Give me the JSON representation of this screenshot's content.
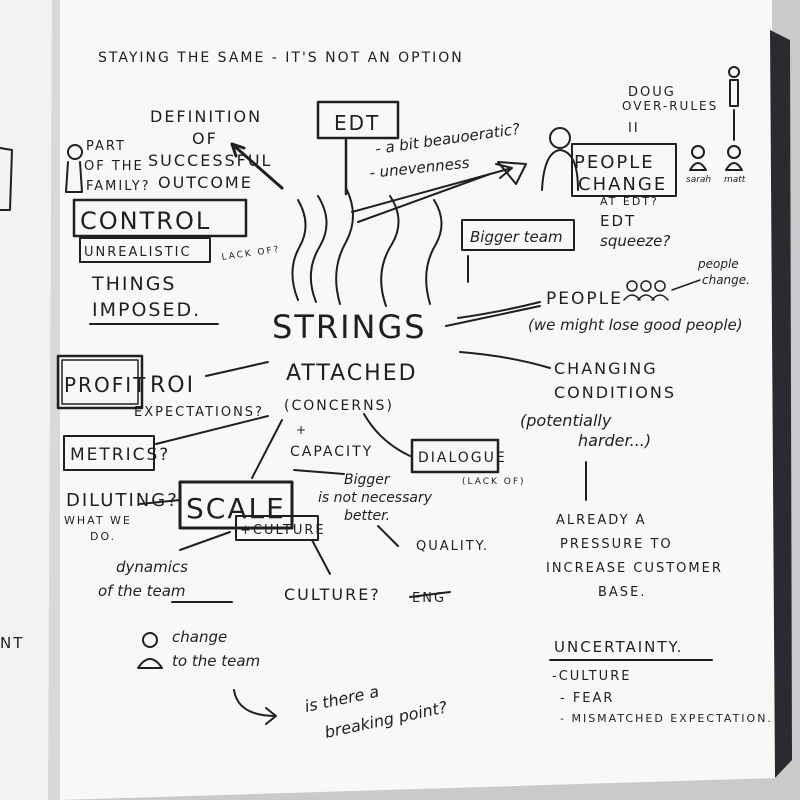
{
  "sketch": {
    "title": "STAYING THE SAME - IT'S NOT AN OPTION",
    "center": {
      "strings": "STRINGS",
      "attached": "ATTACHED",
      "concerns": "(CONCERNS)"
    },
    "top_left": {
      "definition_line1": "DEFINITION",
      "definition_line2": "OF",
      "definition_line3": "SUCCESSFUL",
      "definition_line4": "OUTCOME",
      "part_line1": "PART",
      "part_line2": "OF THE",
      "part_line3": "FAMILY?",
      "control": "CONTROL",
      "unrealistic": "UNREALISTIC",
      "lack_of": "LACK OF?",
      "things": "THINGS",
      "imposed": "IMPOSED."
    },
    "edt_box": {
      "label": "EDT",
      "note1": "a bit beauoeratic?",
      "note2": "- a bit beauoeratic?",
      "note3": "- unevenness"
    },
    "top_right": {
      "doug1": "DOUG",
      "doug2": "OVER-RULES",
      "equals": "II",
      "people_change1": "PEOPLE",
      "people_change2": "CHANGE",
      "at_edt": "AT EDT?",
      "edt_squeeze1": "EDT",
      "edt_squeeze2": "squeeze?",
      "person_sarah": "sarah",
      "person_matt": "matt"
    },
    "middle_right": {
      "bigger_team": "Bigger team",
      "people": "PEOPLE",
      "people_note": "(we might lose good people)",
      "people_change1": "people",
      "people_change2": "change.",
      "changing1": "CHANGING",
      "changing2": "CONDITIONS",
      "changing3": "(potentially",
      "changing4": "harder...)",
      "already1": "ALREADY A",
      "already2": "PRESSURE TO",
      "already3": "INCREASE CUSTOMER",
      "already4": "BASE."
    },
    "left": {
      "profit": "PROFIT",
      "roi": "ROI",
      "expectations": "EXPECTATIONS?",
      "metrics": "METRICS?",
      "diluting": "DILUTING?",
      "what_we1": "WHAT WE",
      "what_we2": "DO."
    },
    "scale_group": {
      "scale": "SCALE",
      "plus_capacity1": "+",
      "plus_capacity2": "CAPACITY",
      "plus_culture": "+CULTURE",
      "dialogue": "DIALOGUE",
      "dialogue_lack": "(LACK OF)",
      "bigger1": "Bigger",
      "bigger2": "is not necessary",
      "bigger3": "better.",
      "quality": "QUALITY.",
      "culture_q": "CULTURE?",
      "dynamics1": "dynamics",
      "dynamics2": "of the team",
      "eng": "ENG"
    },
    "bottom": {
      "change1": "change",
      "change2": "to the team",
      "breaking1": "is there a",
      "breaking2": "breaking point?",
      "uncertainty": "UNCERTAINTY.",
      "u_culture": "-CULTURE",
      "u_fear": "- FEAR",
      "u_mismatched": "- MISMATCHED EXPECTATION."
    },
    "left_page": {
      "fragment": "NT"
    }
  }
}
